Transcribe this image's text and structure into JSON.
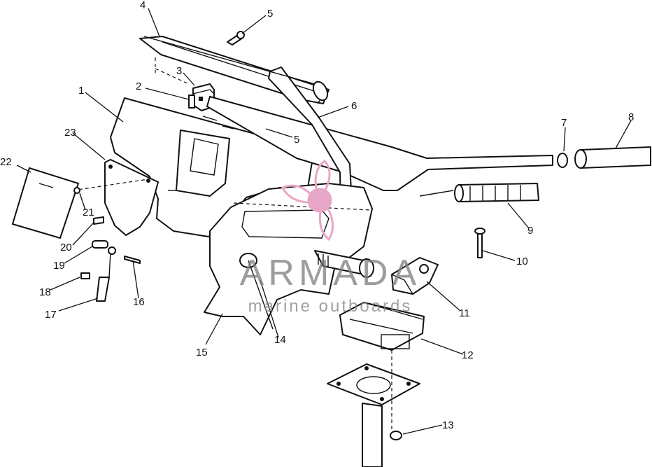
{
  "diagram": {
    "callouts": [
      {
        "id": "c1",
        "label": "1"
      },
      {
        "id": "c2",
        "label": "2"
      },
      {
        "id": "c3",
        "label": "3"
      },
      {
        "id": "c4",
        "label": "4"
      },
      {
        "id": "c5a",
        "label": "5"
      },
      {
        "id": "c5b",
        "label": "5"
      },
      {
        "id": "c6",
        "label": "6"
      },
      {
        "id": "c7",
        "label": "7"
      },
      {
        "id": "c8",
        "label": "8"
      },
      {
        "id": "c9",
        "label": "9"
      },
      {
        "id": "c10",
        "label": "10"
      },
      {
        "id": "c11",
        "label": "11"
      },
      {
        "id": "c12",
        "label": "12"
      },
      {
        "id": "c13",
        "label": "13"
      },
      {
        "id": "c14",
        "label": "14"
      },
      {
        "id": "c15",
        "label": "15"
      },
      {
        "id": "c16",
        "label": "16"
      },
      {
        "id": "c17",
        "label": "17"
      },
      {
        "id": "c18",
        "label": "18"
      },
      {
        "id": "c19",
        "label": "19"
      },
      {
        "id": "c20",
        "label": "20"
      },
      {
        "id": "c21",
        "label": "21"
      },
      {
        "id": "c22",
        "label": "22"
      },
      {
        "id": "c23",
        "label": "23"
      }
    ]
  },
  "watermark": {
    "brand": "ARMADA",
    "tagline": "marine outboards",
    "logo_color": "#e8a6c6"
  },
  "colors": {
    "line": "#111111",
    "background": "#ffffff"
  }
}
